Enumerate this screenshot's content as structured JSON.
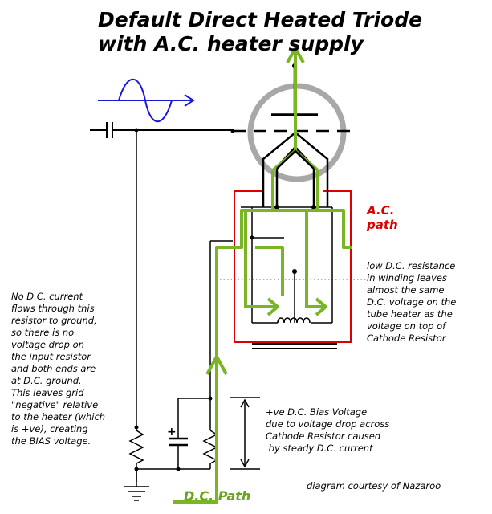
{
  "title": {
    "line1": "Default Direct Heated Triode",
    "line2": "with A.C. heater supply"
  },
  "labels": {
    "ac_path_line1": "A.C.",
    "ac_path_line2": "path",
    "dc_path": "D.C. Path",
    "credit": "diagram courtesy of Nazaroo"
  },
  "notes": {
    "left": [
      "No D.C. current",
      "flows through this",
      "resistor to ground,",
      "so there is no",
      "voltage drop on",
      "the input resistor",
      "and both ends are",
      "at D.C. ground.",
      "This leaves grid",
      "\"negative\" relative",
      "to the heater (which",
      "is +ve), creating",
      "the BIAS voltage."
    ],
    "right": [
      "low D.C. resistance",
      "in winding leaves",
      "almost the same",
      "D.C. voltage on the",
      "tube heater as the",
      "voltage on top of",
      "Cathode Resistor"
    ],
    "bias": [
      "+ve D.C. Bias Voltage",
      "due to voltage drop across",
      "Cathode Resistor caused",
      " by steady D.C. current"
    ]
  },
  "symbols": {
    "capacitor_plus": "+"
  },
  "colors": {
    "dc_path": "#7ab526",
    "ac_path": "#dd0000",
    "signal": "#1a1ad6",
    "tube_envelope": "#a8a8a8",
    "wire": "#000000"
  }
}
